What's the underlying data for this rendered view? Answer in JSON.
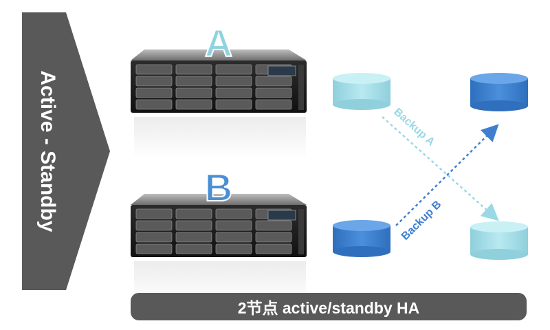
{
  "banner": {
    "label": "Active - Standby"
  },
  "servers": [
    {
      "id": "A",
      "label": "A",
      "letter_color": "#8fd3e0"
    },
    {
      "id": "B",
      "label": "B",
      "letter_color": "#4a8fd4"
    }
  ],
  "backups": [
    {
      "label": "Backup A",
      "color": "#9ad8e6"
    },
    {
      "label": "Backup B",
      "color": "#3f7fcf"
    }
  ],
  "caption": {
    "text": "2节点 active/standby HA"
  },
  "colors": {
    "banner": "#595959",
    "light_disk": "#a6e1ea",
    "dark_disk": "#3f7fcf",
    "chassis_dark": "#1c1c1c",
    "chassis_top": "#9a9a9a"
  }
}
